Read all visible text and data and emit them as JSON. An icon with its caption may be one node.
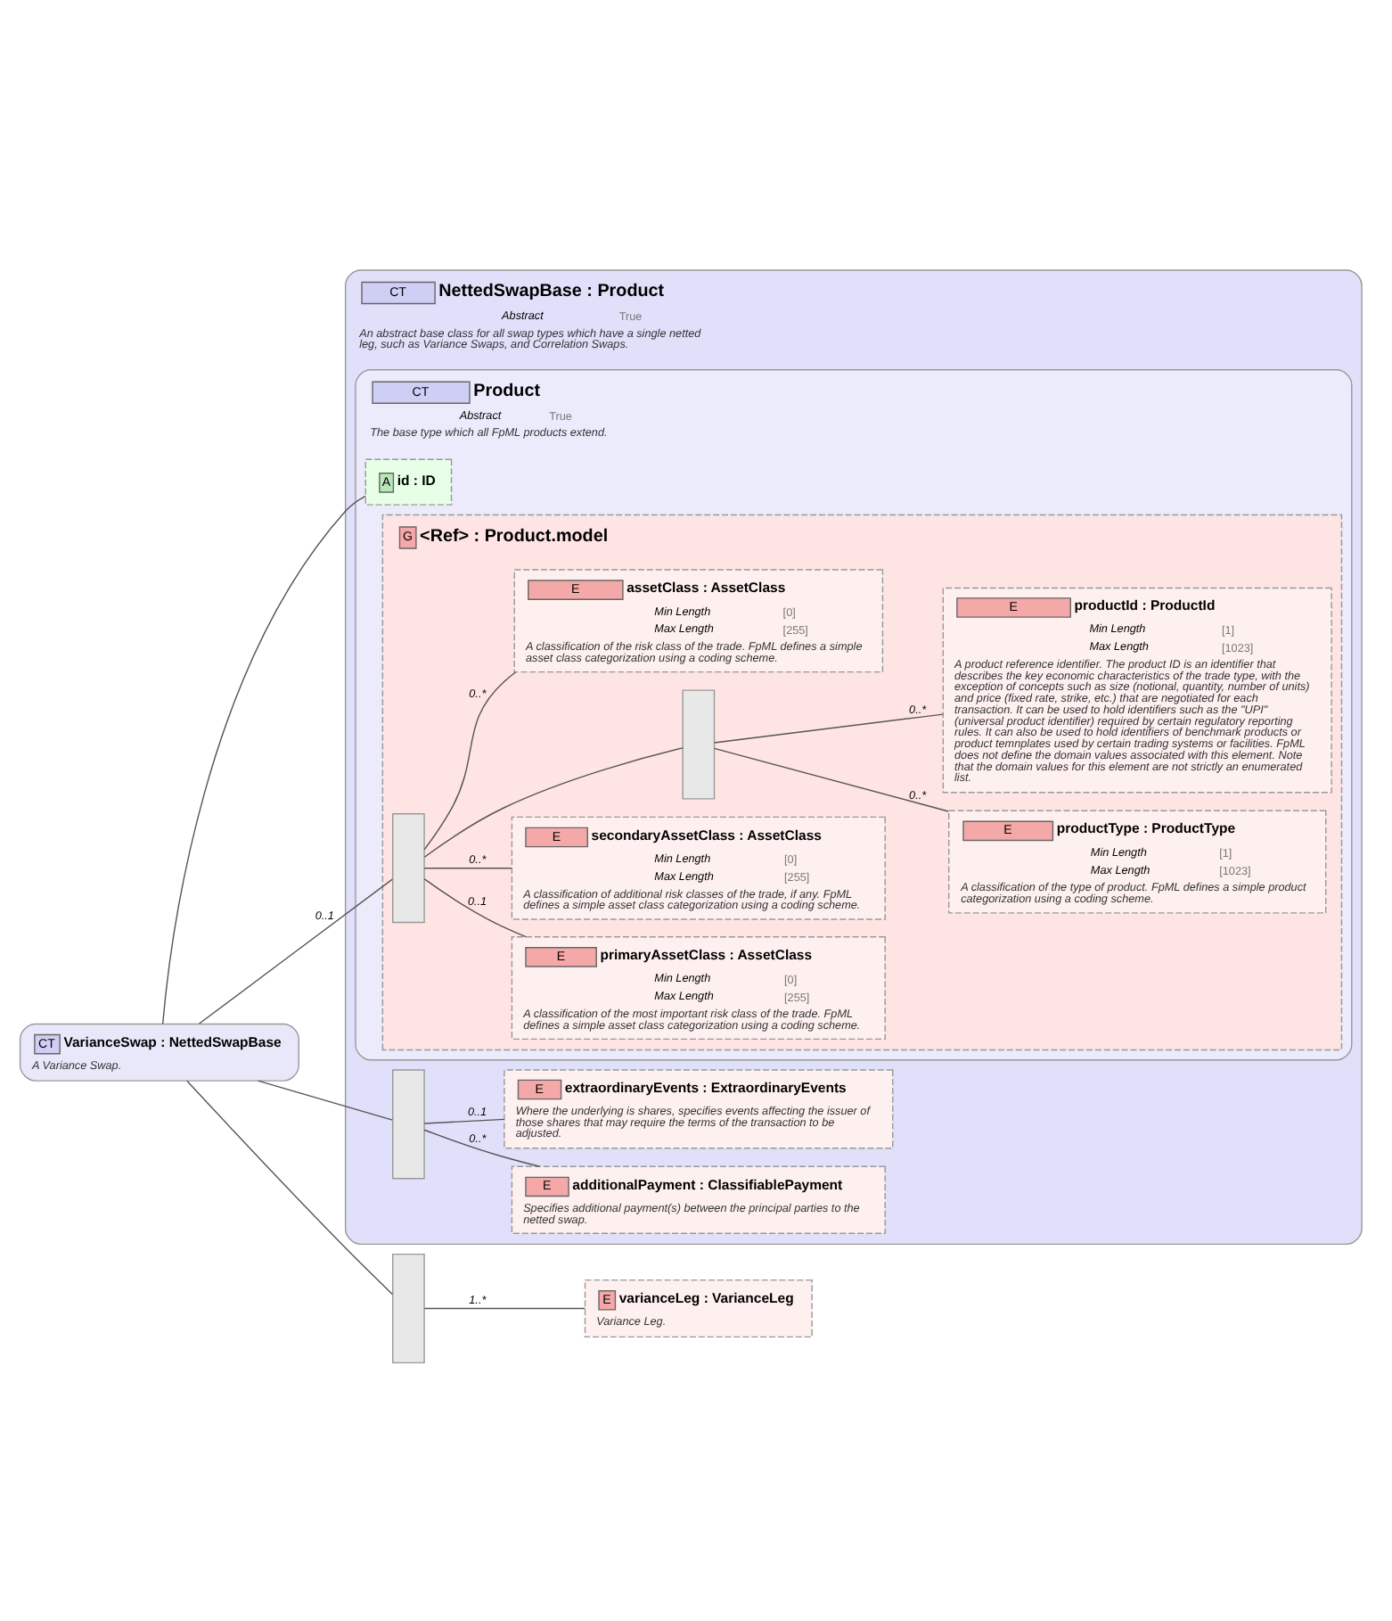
{
  "diagram": {
    "nodes": [
      {
        "text": [
          "CT",
          "VarianceSwap : NettedSwapBase",
          "A Variance Swap."
        ]
      },
      {
        "text": [
          "CT",
          "NettedSwapBase : Product",
          "Abstract",
          "True",
          "An abstract base class for all swap types which have a single netted leg, such as Variance Swaps, and Correlation Swaps."
        ]
      },
      {
        "text": [
          "CT",
          "Product",
          "Abstract",
          "True",
          "The base type which all FpML products extend."
        ],
        "in": 1
      },
      {
        "text": [
          "A",
          "id : ID"
        ],
        "in": 2
      },
      {
        "text": [
          "G",
          "<Ref> : Product.model"
        ],
        "in": 2
      },
      {
        "text": [],
        "shape": "box",
        "in": 4
      },
      {
        "text": [
          "E",
          "primaryAssetClass : AssetClass",
          "Min Length",
          "[0]",
          "Max Length",
          "[255]",
          "A classification of the most important risk class of the trade. FpML defines a simple asset class categorization using a coding scheme."
        ],
        "in": 4
      },
      {
        "text": [
          "E",
          "secondaryAssetClass : AssetClass",
          "Min Length",
          "[0]",
          "Max Length",
          "[255]",
          "A classification of additional risk classes of the trade, if any. FpML defines a simple asset class categorization using a coding scheme."
        ],
        "in": 4
      },
      {
        "text": [],
        "shape": "box",
        "in": 4
      },
      {
        "text": [
          "E",
          "productType : ProductType",
          "Min Length",
          "[1]",
          "Max Length",
          "[1023]",
          "A classification of the type of product. FpML defines a simple product categorization using a coding scheme."
        ],
        "in": 4
      },
      {
        "text": [
          "E",
          "productId : ProductId",
          "Min Length",
          "[1]",
          "Max Length",
          "[1023]",
          "A product reference identifier. The product ID is an identifier that describes the key economic characteristics of the trade type, with the exception of concepts such as size (notional, quantity, number of units) and price (fixed rate, strike, etc.) that are negotiated for each transaction. It can be used to hold identifiers such as the \"UPI\" (universal product identifier) required by certain regulatory reporting rules. It can also be used to hold identifiers of benchmark products or product temnplates used by certain trading systems or facilities. FpML does not define the domain values associated with this element. Note that the domain values for this element are not strictly an enumerated list."
        ],
        "in": 4
      },
      {
        "text": [
          "E",
          "assetClass : AssetClass",
          "Min Length",
          "[0]",
          "Max Length",
          "[255]",
          "A classification of the risk class of the trade. FpML defines a simple asset class categorization using a coding scheme."
        ],
        "in": 4
      },
      {
        "text": [],
        "shape": "box",
        "in": 1
      },
      {
        "text": [
          "E",
          "additionalPayment : ClassifiablePayment",
          "Specifies additional payment(s) between the principal parties to the netted swap."
        ],
        "in": 1
      },
      {
        "text": [
          "E",
          "extraordinaryEvents : ExtraordinaryEvents",
          "Where the underlying is shares, specifies events affecting the issuer of those shares that may require the terms of the transaction to be adjusted."
        ],
        "in": 1
      },
      {
        "text": [],
        "shape": "box"
      },
      {
        "text": [
          "E",
          "varianceLeg : VarianceLeg",
          "Variance Leg."
        ]
      }
    ],
    "edges": [
      {
        "from": 0,
        "to": 3,
        "arrow": "none"
      },
      {
        "from": 0,
        "to": 5,
        "label": "0..1",
        "arrow": "none"
      },
      {
        "from": 0,
        "to": 12,
        "arrow": "none"
      },
      {
        "from": 0,
        "to": 15,
        "arrow": "none"
      },
      {
        "from": 5,
        "to": 6,
        "label": "0..1",
        "arrow": "none"
      },
      {
        "from": 5,
        "to": 7,
        "label": "0..*",
        "arrow": "none"
      },
      {
        "from": 5,
        "to": 8,
        "arrow": "none"
      },
      {
        "from": 8,
        "to": 9,
        "label": "0..*",
        "arrow": "none"
      },
      {
        "from": 8,
        "to": 10,
        "label": "0..*",
        "arrow": "none"
      },
      {
        "from": 5,
        "to": 11,
        "label": "0..*",
        "arrow": "none"
      },
      {
        "from": 12,
        "to": 13,
        "label": "0..*",
        "arrow": "none"
      },
      {
        "from": 12,
        "to": 14,
        "label": "0..1",
        "arrow": "none"
      },
      {
        "from": 15,
        "to": 16,
        "label": "1..*",
        "arrow": "none"
      }
    ]
  }
}
